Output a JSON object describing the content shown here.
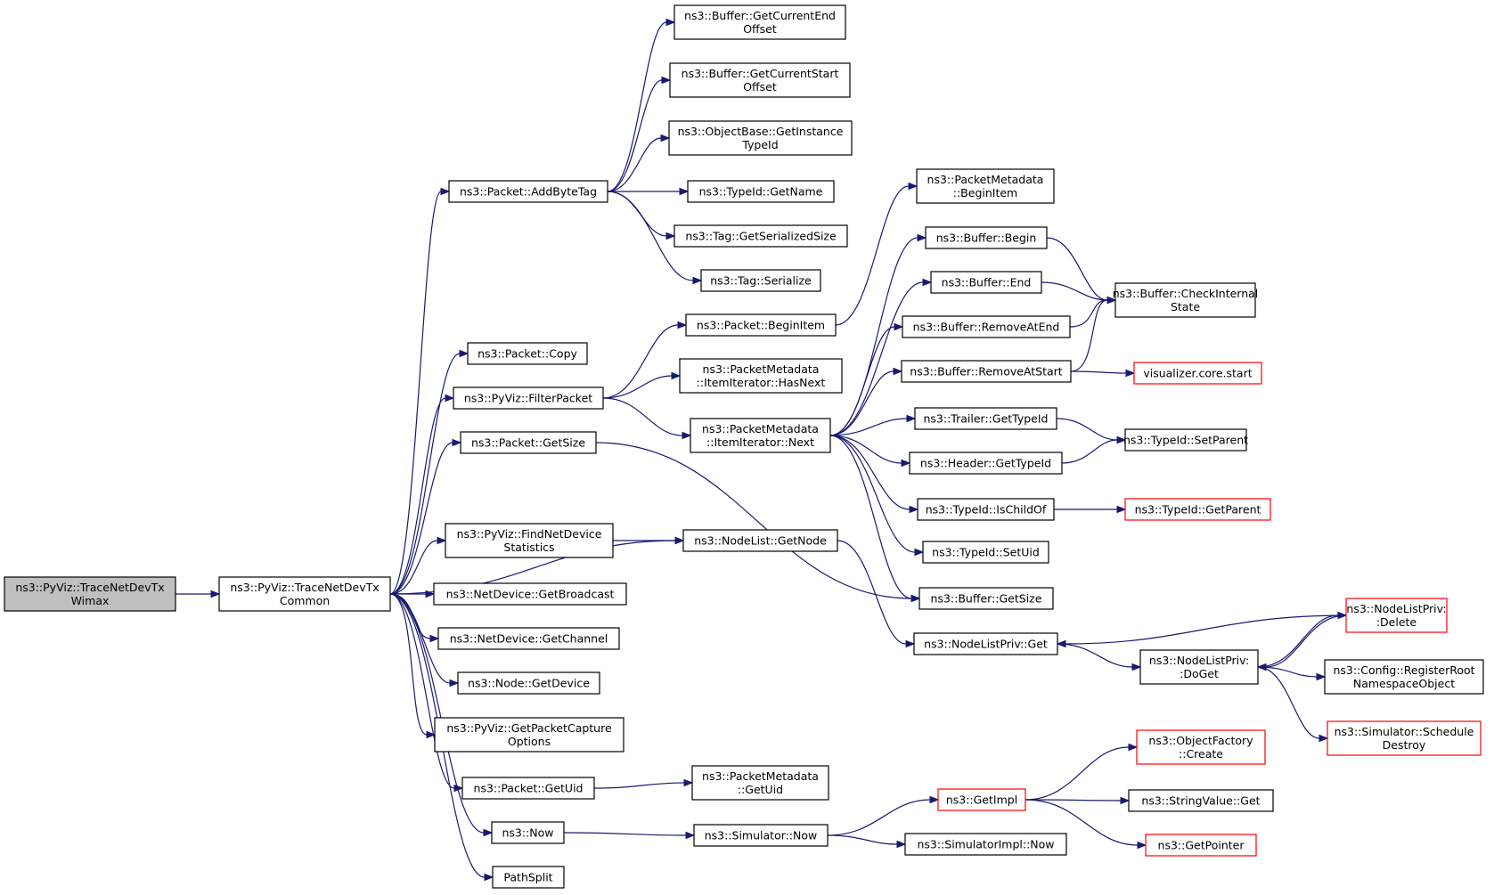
{
  "colors": {
    "edge": "#191970",
    "node_border": "#000000",
    "node_border_truncated": "#ff0000",
    "node_fill": "#ffffff",
    "root_fill": "#bfbfbf"
  },
  "nodes": [
    {
      "id": "n0",
      "lines": [
        "ns3::PyViz::TraceNetDevTx",
        "Wimax"
      ],
      "style": "root"
    },
    {
      "id": "n1",
      "lines": [
        "ns3::PyViz::TraceNetDevTx",
        "Common"
      ],
      "style": "normal"
    },
    {
      "id": "n2",
      "lines": [
        "ns3::Packet::AddByteTag"
      ],
      "style": "normal"
    },
    {
      "id": "n3",
      "lines": [
        "ns3::Packet::Copy"
      ],
      "style": "normal"
    },
    {
      "id": "n4",
      "lines": [
        "ns3::PyViz::FilterPacket"
      ],
      "style": "normal"
    },
    {
      "id": "n5",
      "lines": [
        "ns3::Packet::GetSize"
      ],
      "style": "normal"
    },
    {
      "id": "n6",
      "lines": [
        "ns3::PyViz::FindNetDevice",
        "Statistics"
      ],
      "style": "normal"
    },
    {
      "id": "n7",
      "lines": [
        "ns3::NetDevice::GetBroadcast"
      ],
      "style": "normal"
    },
    {
      "id": "n8",
      "lines": [
        "ns3::NetDevice::GetChannel"
      ],
      "style": "normal"
    },
    {
      "id": "n9",
      "lines": [
        "ns3::Node::GetDevice"
      ],
      "style": "normal"
    },
    {
      "id": "n10",
      "lines": [
        "ns3::PyViz::GetPacketCapture",
        "Options"
      ],
      "style": "normal"
    },
    {
      "id": "n11",
      "lines": [
        "ns3::Packet::GetUid"
      ],
      "style": "normal"
    },
    {
      "id": "n12",
      "lines": [
        "ns3::Now"
      ],
      "style": "normal"
    },
    {
      "id": "n13",
      "lines": [
        "PathSplit"
      ],
      "style": "normal"
    },
    {
      "id": "n14",
      "lines": [
        "ns3::Buffer::GetCurrentEnd",
        "Offset"
      ],
      "style": "normal"
    },
    {
      "id": "n15",
      "lines": [
        "ns3::Buffer::GetCurrentStart",
        "Offset"
      ],
      "style": "normal"
    },
    {
      "id": "n16",
      "lines": [
        "ns3::ObjectBase::GetInstance",
        "TypeId"
      ],
      "style": "normal"
    },
    {
      "id": "n17",
      "lines": [
        "ns3::TypeId::GetName"
      ],
      "style": "normal"
    },
    {
      "id": "n18",
      "lines": [
        "ns3::Tag::GetSerializedSize"
      ],
      "style": "normal"
    },
    {
      "id": "n19",
      "lines": [
        "ns3::Tag::Serialize"
      ],
      "style": "normal"
    },
    {
      "id": "n20",
      "lines": [
        "ns3::Packet::BeginItem"
      ],
      "style": "normal"
    },
    {
      "id": "n21",
      "lines": [
        "ns3::PacketMetadata",
        "::ItemIterator::HasNext"
      ],
      "style": "normal"
    },
    {
      "id": "n22",
      "lines": [
        "ns3::PacketMetadata",
        "::ItemIterator::Next"
      ],
      "style": "normal"
    },
    {
      "id": "n23",
      "lines": [
        "ns3::NodeList::GetNode"
      ],
      "style": "normal"
    },
    {
      "id": "n24",
      "lines": [
        "ns3::PacketMetadata",
        "::GetUid"
      ],
      "style": "normal"
    },
    {
      "id": "n25",
      "lines": [
        "ns3::Simulator::Now"
      ],
      "style": "normal"
    },
    {
      "id": "n26",
      "lines": [
        "ns3::PacketMetadata",
        "::BeginItem"
      ],
      "style": "normal"
    },
    {
      "id": "n27",
      "lines": [
        "ns3::Buffer::Begin"
      ],
      "style": "normal"
    },
    {
      "id": "n28",
      "lines": [
        "ns3::Buffer::End"
      ],
      "style": "normal"
    },
    {
      "id": "n29",
      "lines": [
        "ns3::Buffer::RemoveAtEnd"
      ],
      "style": "normal"
    },
    {
      "id": "n30",
      "lines": [
        "ns3::Buffer::RemoveAtStart"
      ],
      "style": "normal"
    },
    {
      "id": "n31",
      "lines": [
        "ns3::Trailer::GetTypeId"
      ],
      "style": "normal"
    },
    {
      "id": "n32",
      "lines": [
        "ns3::Header::GetTypeId"
      ],
      "style": "normal"
    },
    {
      "id": "n33",
      "lines": [
        "ns3::TypeId::IsChildOf"
      ],
      "style": "normal"
    },
    {
      "id": "n34",
      "lines": [
        "ns3::TypeId::SetUid"
      ],
      "style": "normal"
    },
    {
      "id": "n35",
      "lines": [
        "ns3::Buffer::GetSize"
      ],
      "style": "normal"
    },
    {
      "id": "n36",
      "lines": [
        "ns3::NodeListPriv::Get"
      ],
      "style": "normal"
    },
    {
      "id": "n37",
      "lines": [
        "ns3::GetImpl"
      ],
      "style": "truncated"
    },
    {
      "id": "n38",
      "lines": [
        "ns3::SimulatorImpl::Now"
      ],
      "style": "normal"
    },
    {
      "id": "n39",
      "lines": [
        "ns3::Buffer::CheckInternal",
        "State"
      ],
      "style": "normal"
    },
    {
      "id": "n40",
      "lines": [
        "visualizer.core.start"
      ],
      "style": "truncated"
    },
    {
      "id": "n41",
      "lines": [
        "ns3::TypeId::SetParent"
      ],
      "style": "normal"
    },
    {
      "id": "n42",
      "lines": [
        "ns3::TypeId::GetParent"
      ],
      "style": "truncated"
    },
    {
      "id": "n43",
      "lines": [
        "ns3::NodeListPriv:",
        ":DoGet"
      ],
      "style": "normal"
    },
    {
      "id": "n44",
      "lines": [
        "ns3::ObjectFactory",
        "::Create"
      ],
      "style": "truncated"
    },
    {
      "id": "n45",
      "lines": [
        "ns3::StringValue::Get"
      ],
      "style": "normal"
    },
    {
      "id": "n46",
      "lines": [
        "ns3::GetPointer"
      ],
      "style": "truncated"
    },
    {
      "id": "n47",
      "lines": [
        "ns3::NodeListPriv:",
        ":Delete"
      ],
      "style": "truncated"
    },
    {
      "id": "n48",
      "lines": [
        "ns3::Config::RegisterRoot",
        "NamespaceObject"
      ],
      "style": "normal"
    },
    {
      "id": "n49",
      "lines": [
        "ns3::Simulator::Schedule",
        "Destroy"
      ],
      "style": "truncated"
    }
  ],
  "edges": [
    [
      "n0",
      "n1"
    ],
    [
      "n1",
      "n2"
    ],
    [
      "n1",
      "n3"
    ],
    [
      "n1",
      "n4"
    ],
    [
      "n1",
      "n5"
    ],
    [
      "n1",
      "n6"
    ],
    [
      "n1",
      "n23"
    ],
    [
      "n1",
      "n7"
    ],
    [
      "n1",
      "n8"
    ],
    [
      "n1",
      "n9"
    ],
    [
      "n1",
      "n10"
    ],
    [
      "n1",
      "n11"
    ],
    [
      "n1",
      "n12"
    ],
    [
      "n1",
      "n13"
    ],
    [
      "n2",
      "n14"
    ],
    [
      "n2",
      "n15"
    ],
    [
      "n2",
      "n16"
    ],
    [
      "n2",
      "n17"
    ],
    [
      "n2",
      "n18"
    ],
    [
      "n2",
      "n19"
    ],
    [
      "n4",
      "n20"
    ],
    [
      "n4",
      "n21"
    ],
    [
      "n4",
      "n22"
    ],
    [
      "n5",
      "n35"
    ],
    [
      "n6",
      "n23"
    ],
    [
      "n11",
      "n24"
    ],
    [
      "n12",
      "n25"
    ],
    [
      "n20",
      "n26"
    ],
    [
      "n22",
      "n27"
    ],
    [
      "n22",
      "n28"
    ],
    [
      "n22",
      "n29"
    ],
    [
      "n22",
      "n30"
    ],
    [
      "n22",
      "n31"
    ],
    [
      "n22",
      "n32"
    ],
    [
      "n22",
      "n33"
    ],
    [
      "n22",
      "n34"
    ],
    [
      "n22",
      "n35"
    ],
    [
      "n23",
      "n36"
    ],
    [
      "n25",
      "n37"
    ],
    [
      "n25",
      "n38"
    ],
    [
      "n27",
      "n39"
    ],
    [
      "n28",
      "n39"
    ],
    [
      "n29",
      "n39"
    ],
    [
      "n30",
      "n39"
    ],
    [
      "n30",
      "n40"
    ],
    [
      "n31",
      "n41"
    ],
    [
      "n32",
      "n41"
    ],
    [
      "n33",
      "n42"
    ],
    [
      "n36",
      "n43"
    ],
    [
      "n37",
      "n44"
    ],
    [
      "n37",
      "n45"
    ],
    [
      "n37",
      "n46"
    ],
    [
      "n43",
      "n47"
    ],
    [
      "n43",
      "n48"
    ],
    [
      "n43",
      "n49"
    ],
    [
      "n47",
      "n36"
    ],
    [
      "n47",
      "n43"
    ]
  ]
}
